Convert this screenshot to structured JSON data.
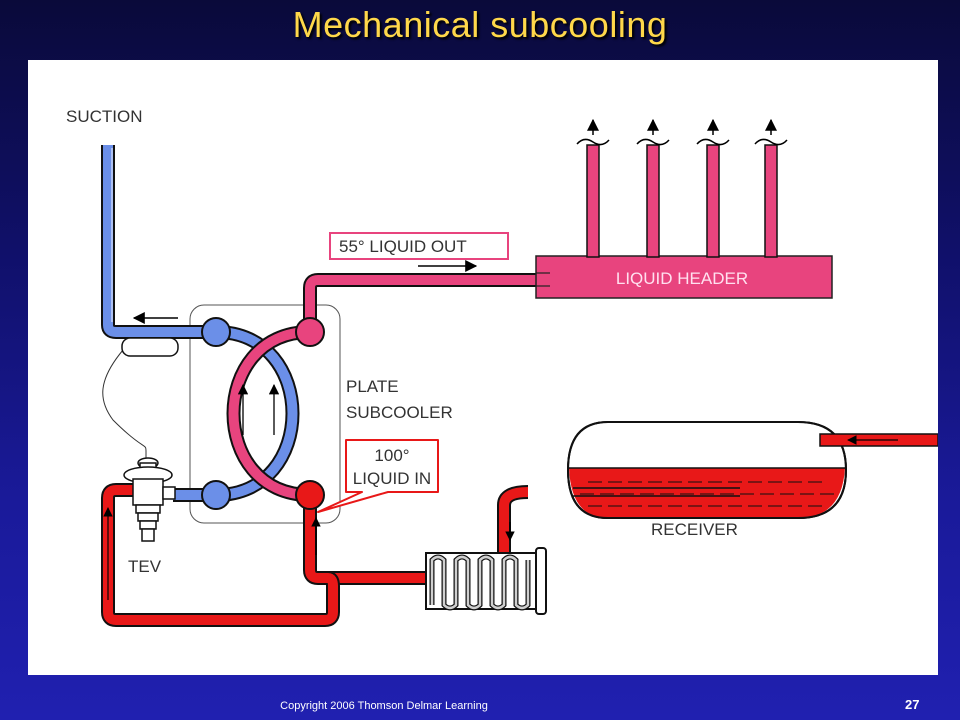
{
  "slide": {
    "title": "Mechanical subcooling",
    "copyright": "Copyright 2006 Thomson Delmar Learning",
    "page_number": "27"
  },
  "diagram": {
    "suction_label": "SUCTION",
    "liquid_out_label": "55° LIQUID OUT",
    "liquid_header_label": "LIQUID HEADER",
    "plate_label_line1": "PLATE",
    "plate_label_line2": "SUBCOOLER",
    "liquid_in_line1": "100°",
    "liquid_in_line2": "LIQUID IN",
    "receiver_label": "RECEIVER",
    "tev_label": "TEV"
  },
  "colors": {
    "suction_blue": "#6b8fe8",
    "liquid_pink": "#e8447e",
    "liquid_red": "#e81818",
    "background_top": "#0a0a3a",
    "title_yellow": "#ffd84a"
  }
}
